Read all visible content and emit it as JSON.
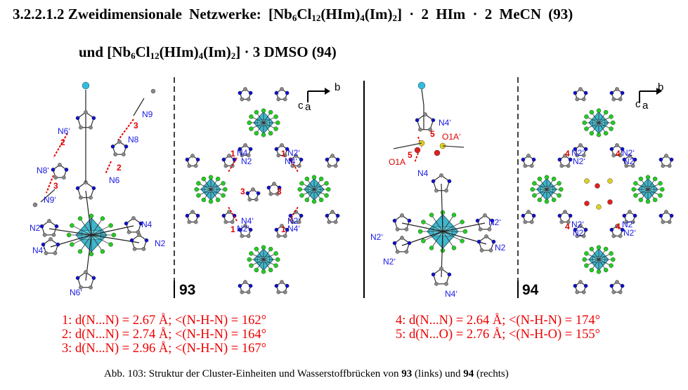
{
  "heading": {
    "number": "3.2.2.1.2",
    "line1_text": "Zweidimensionale Netzwerke: [Nb6Cl12(HIm)4(Im)2] · 2 HIm · 2 MeCN (93)",
    "line2_text": "und [Nb6Cl12(HIm)4(Im)2] · 3 DMSO (94)"
  },
  "figure": {
    "left_labels": [
      "N6‘",
      "2",
      "N8‘",
      "3",
      "N9‘",
      "N9",
      "3",
      "N8",
      "2",
      "N6",
      "N2‘",
      "N4‘",
      "N4",
      "N2",
      "N6‘"
    ],
    "panel93_labels": [
      "1",
      "N4",
      "N2",
      "1",
      "N2‘",
      "N4‘",
      "3",
      "3",
      "N4‘",
      "1",
      "N2‘",
      "N2‘",
      "1",
      "N4‘"
    ],
    "right_labels": [
      "N4‘",
      "5",
      "O1A‘",
      "O1A",
      "5",
      "N4",
      "N2‘",
      "N2",
      "N2‘",
      "N4‘"
    ],
    "panel94_labels": [
      "4",
      "N2‘",
      "N2‘",
      "4",
      "N2‘",
      "N2‘",
      "4",
      "N2‘",
      "N2‘",
      "4",
      "N2‘",
      "N2‘"
    ],
    "compound_93": "93",
    "compound_94": "94",
    "axis_b": "b",
    "axis_c": "c",
    "axis_a": "a",
    "colors": {
      "cluster": "#2bb0c8",
      "chlorine": "#22cc22",
      "nitrogen": "#1010cc",
      "carbon": "#888888",
      "hbond": "#e00000"
    }
  },
  "hbonds_93": [
    "1: d(N...N) = 2.67 Å; <(N-H-N) = 162°",
    "2: d(N...N) = 2.74 Å; <(N-H-N) = 164°",
    "3: d(N...N) = 2.96 Å; <(N-H-N) = 167°"
  ],
  "hbonds_94": [
    "4: d(N...N) = 2.64 Å; <(N-H-N) = 174°",
    "5: d(N...O) = 2.76 Å; <(N-H-O) = 155°"
  ],
  "caption": {
    "prefix": "Abb. 103: Struktur der Cluster-Einheiten und Wasserstoffbrücken von ",
    "c1": "93",
    "mid1": " (links) und ",
    "c2": "94",
    "suffix": " (rechts)"
  }
}
